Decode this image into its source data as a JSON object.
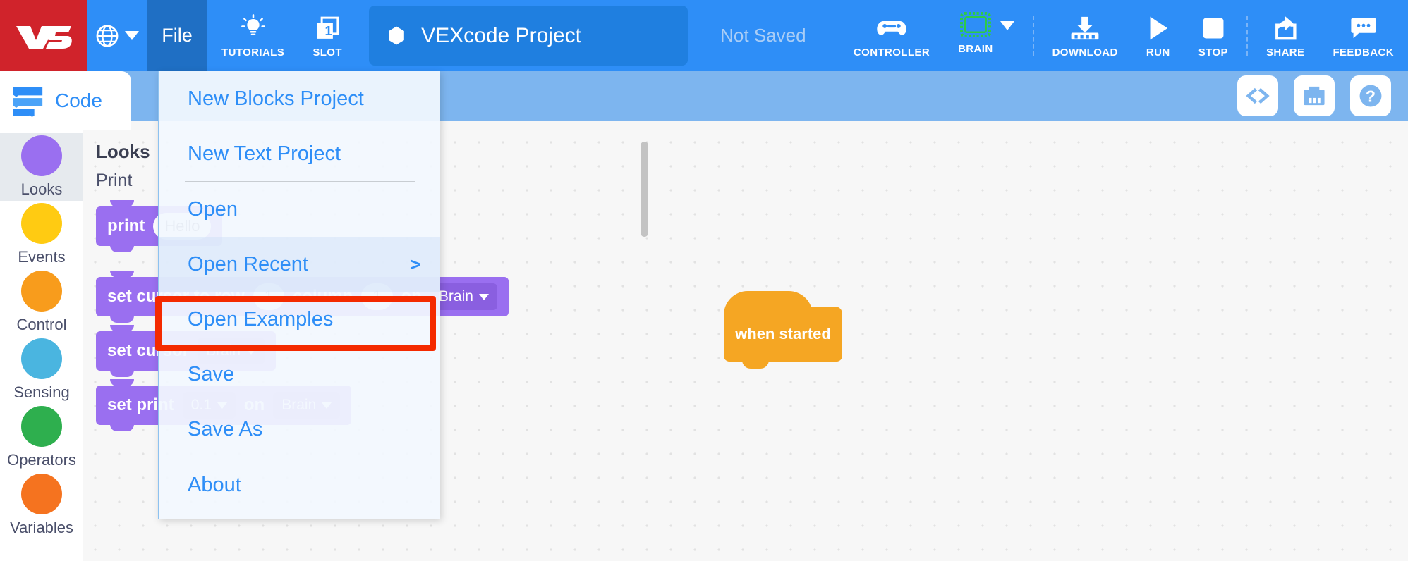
{
  "toolbar": {
    "logo_text": "V5",
    "language_icon": "globe-icon",
    "file_label": "File",
    "tutorials_label": "TUTORIALS",
    "tutorials_icon": "lightbulb-icon",
    "slot_label": "SLOT",
    "slot_number": "1",
    "project_name": "VEXcode Project",
    "project_icon": "hexagon-icon",
    "save_status": "Not Saved",
    "controller_label": "CONTROLLER",
    "controller_icon": "gamepad-icon",
    "brain_label": "BRAIN",
    "brain_icon": "brain-device-icon",
    "download_label": "DOWNLOAD",
    "download_icon": "download-icon",
    "run_label": "RUN",
    "run_icon": "play-icon",
    "stop_label": "STOP",
    "stop_icon": "stop-square-icon",
    "share_label": "SHARE",
    "share_icon": "share-icon",
    "feedback_label": "FEEDBACK",
    "feedback_icon": "comment-icon",
    "accent_blue": "#2e8ef7",
    "logo_red": "#d0232b",
    "file_active_blue": "#1f6fc4",
    "brain_green": "#2ecc45"
  },
  "subbar": {
    "code_tab_label": "Code",
    "code_tab_icon": "blocks-icon",
    "buttons": [
      {
        "name": "view-code-button",
        "icon": "code-brackets-icon"
      },
      {
        "name": "monitor-console-button",
        "icon": "monitor-bars-icon"
      },
      {
        "name": "help-button",
        "icon": "question-mark-icon"
      }
    ]
  },
  "sidebar": {
    "categories": [
      {
        "label": "Looks",
        "color": "#9a6ff0",
        "selected": true
      },
      {
        "label": "Events",
        "color": "#ffcb12",
        "selected": false
      },
      {
        "label": "Control",
        "color": "#f89c1c",
        "selected": false
      },
      {
        "label": "Sensing",
        "color": "#4ab5e0",
        "selected": false
      },
      {
        "label": "Operators",
        "color": "#2eaf4e",
        "selected": false
      },
      {
        "label": "Variables",
        "color": "#f5731f",
        "selected": false
      }
    ]
  },
  "palette": {
    "title": "Looks",
    "subtitle": "Print",
    "blocks": [
      {
        "name": "print-block",
        "text": "print",
        "value": "Hello"
      },
      {
        "name": "set-cursor-row-block",
        "text": "set cursor to row",
        "mid": "column",
        "row": "1",
        "column": "1",
        "on": "on",
        "device": "Brain"
      },
      {
        "name": "set-cursor-block-2",
        "text": "set cursor",
        "device": "Brain"
      },
      {
        "name": "set-print-precision-block",
        "text": "set print",
        "value": "0.1",
        "on": "on",
        "device": "Brain"
      }
    ]
  },
  "workspace": {
    "hat_block_label": "when started",
    "hat_block_color": "#f5a623"
  },
  "menu": {
    "items": [
      {
        "label": "New Blocks Project",
        "name": "menu-new-blocks-project",
        "sep_after": false,
        "hover": false,
        "arrow": ""
      },
      {
        "label": "New Text Project",
        "name": "menu-new-text-project",
        "sep_after": true,
        "hover": false,
        "arrow": ""
      },
      {
        "label": "Open",
        "name": "menu-open",
        "sep_after": false,
        "hover": false,
        "arrow": ""
      },
      {
        "label": "Open Recent",
        "name": "menu-open-recent",
        "sep_after": false,
        "hover": true,
        "arrow": ">"
      },
      {
        "label": "Open Examples",
        "name": "menu-open-examples",
        "sep_after": false,
        "hover": false,
        "arrow": ""
      },
      {
        "label": "Save",
        "name": "menu-save",
        "sep_after": false,
        "hover": false,
        "arrow": ""
      },
      {
        "label": "Save As",
        "name": "menu-save-as",
        "sep_after": true,
        "hover": false,
        "arrow": ""
      },
      {
        "label": "About",
        "name": "menu-about",
        "sep_after": false,
        "hover": false,
        "arrow": ""
      }
    ],
    "highlight_color": "#f42a00",
    "highlighted_item": "Open Examples"
  }
}
